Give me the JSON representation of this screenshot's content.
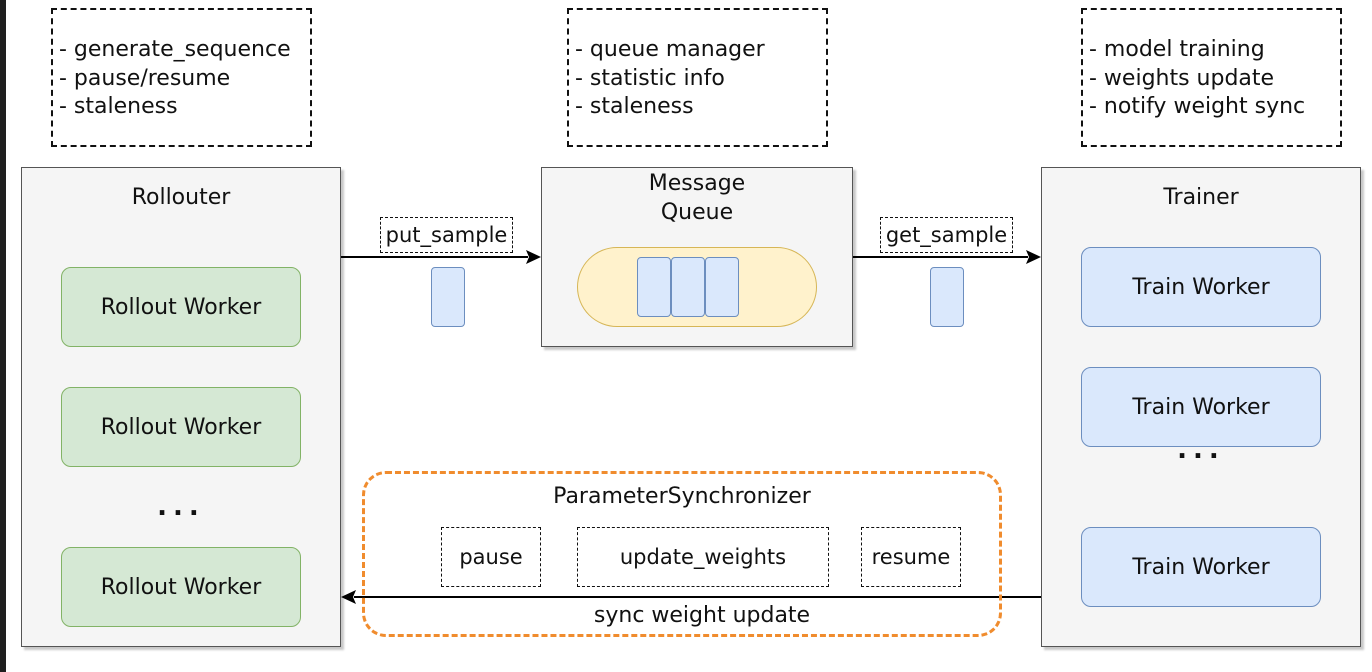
{
  "notes": {
    "rollouter": [
      "- generate_sequence",
      "- pause/resume",
      "- staleness"
    ],
    "queue": [
      "- queue manager",
      "- statistic info",
      "- staleness"
    ],
    "trainer": [
      "- model training",
      "- weights update",
      "- notify weight sync"
    ]
  },
  "rollouter": {
    "title": "Rollouter",
    "workers": [
      "Rollout Worker",
      "Rollout Worker",
      "Rollout Worker"
    ],
    "ellipsis": "..."
  },
  "queue": {
    "title_line1": "Message",
    "title_line2": "Queue"
  },
  "trainer": {
    "title": "Trainer",
    "workers": [
      "Train Worker",
      "Train Worker",
      "Train Worker"
    ],
    "ellipsis": "..."
  },
  "edges": {
    "put_sample": "put_sample",
    "get_sample": "get_sample",
    "sync": "sync weight update"
  },
  "synchronizer": {
    "title": "ParameterSynchronizer",
    "steps": [
      "pause",
      "update_weights",
      "resume"
    ]
  },
  "colors": {
    "green_fill": "#d5e8d4",
    "green_stroke": "#82b366",
    "blue_fill": "#dae8fc",
    "blue_stroke": "#6c8ebf",
    "yellow_fill": "#fff2cc",
    "yellow_stroke": "#d6b656",
    "orange_dash": "#f08c2e",
    "container_fill": "#f5f5f5"
  }
}
